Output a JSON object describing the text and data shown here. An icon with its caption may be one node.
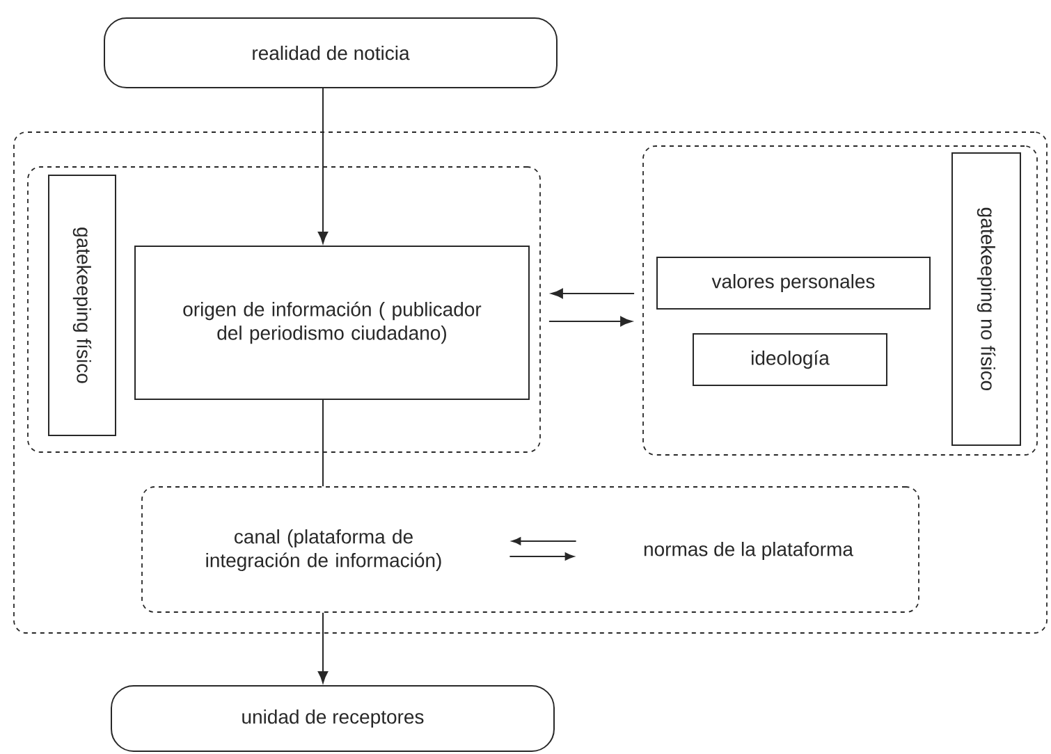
{
  "diagram": {
    "nodes": [
      {
        "text": [
          "realidad de noticia"
        ]
      },
      {
        "text": [],
        "shape": "box"
      },
      {
        "text": [],
        "shape": "box",
        "in": 1
      },
      {
        "text": [
          "gatekeeping físico"
        ],
        "in": 2
      },
      {
        "text": [
          "origen de información ( publicador del periodismo ciudadano)"
        ],
        "in": 2
      },
      {
        "text": [],
        "shape": "box",
        "in": 1
      },
      {
        "text": [
          "valores personales"
        ],
        "in": 5
      },
      {
        "text": [
          "ideología"
        ],
        "in": 5
      },
      {
        "text": [
          "gatekeeping no físico"
        ],
        "in": 5
      },
      {
        "text": [],
        "shape": "box",
        "in": 1
      },
      {
        "text": [
          "canal (plataforma de integración de información)"
        ],
        "in": 9
      },
      {
        "text": [
          "normas de la plataforma"
        ],
        "in": 9
      },
      {
        "text": [
          "unidad de receptores"
        ]
      }
    ],
    "edges": [
      {
        "from": 0,
        "to": 4,
        "arrow": "to"
      },
      {
        "from": 5,
        "to": 2,
        "arrow": "to"
      },
      {
        "from": 2,
        "to": 5,
        "arrow": "to"
      },
      {
        "from": 4,
        "to": 9,
        "arrow": "none"
      },
      {
        "from": 11,
        "to": 10,
        "arrow": "to"
      },
      {
        "from": 10,
        "to": 11,
        "arrow": "to"
      },
      {
        "from": 9,
        "to": 12,
        "arrow": "to"
      }
    ]
  }
}
